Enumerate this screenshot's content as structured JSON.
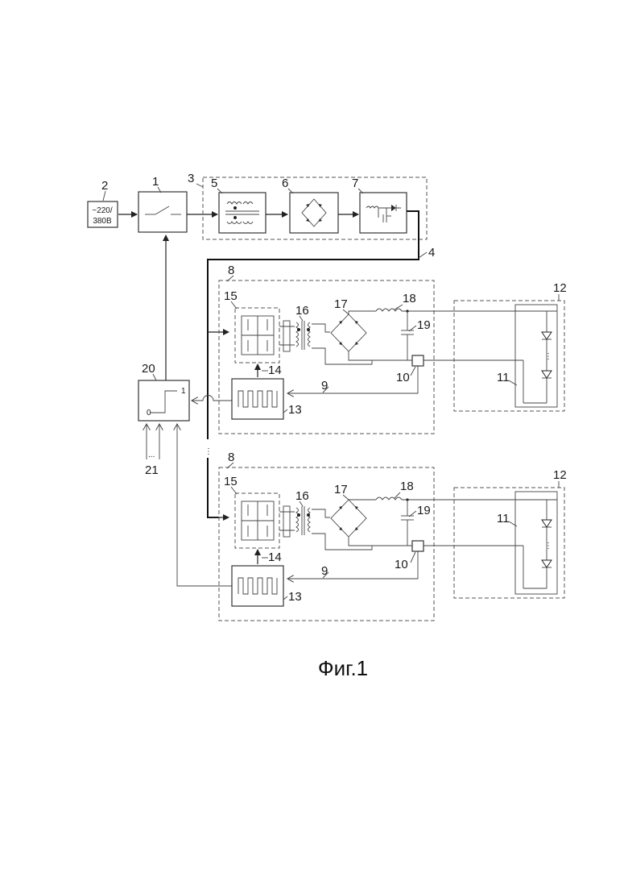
{
  "source_label": "~220/\n380В",
  "source_label_line1": "~220/",
  "source_label_line2": "380В",
  "caption": "Фиг.1",
  "callouts": {
    "n1": "1",
    "n2": "2",
    "n3": "3",
    "n4": "4",
    "n5": "5",
    "n6": "6",
    "n7": "7",
    "n8": "8",
    "n9": "9",
    "n10": "10",
    "n11": "11",
    "n12": "12",
    "n13": "13",
    "n14": "14",
    "n15": "15",
    "n16": "16",
    "n17": "17",
    "n18": "18",
    "n19": "19",
    "n20": "20",
    "n21": "21"
  },
  "step_block": {
    "low": "0",
    "high": "1"
  },
  "ellipsis": "..."
}
